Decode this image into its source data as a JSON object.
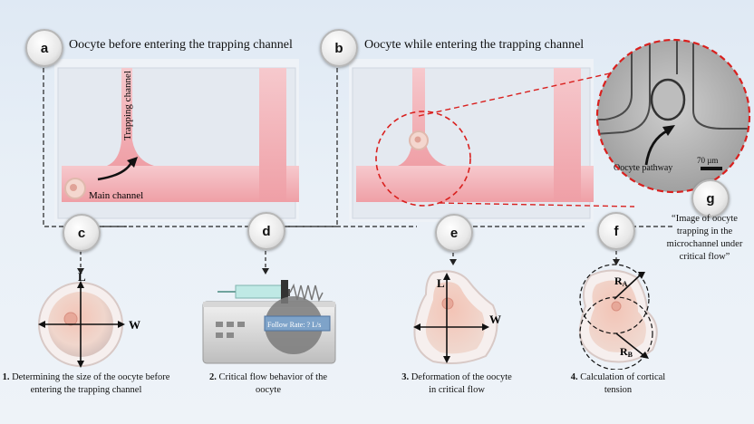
{
  "labels": {
    "a": "a",
    "b": "b",
    "c": "c",
    "d": "d",
    "e": "e",
    "f": "f",
    "g": "g"
  },
  "panel_a": {
    "title": "Oocyte before entering the trapping channel",
    "trapping_channel": "Trapping channel",
    "main_channel": "Main channel"
  },
  "panel_b": {
    "title": "Oocyte while entering the trapping channel"
  },
  "panel_g": {
    "pathway": "Oocyte pathway",
    "scale": "70 µm",
    "caption": "“Image of oocyte trapping in the microchannel under critical flow”"
  },
  "panel_c": {
    "L": "L",
    "W": "W",
    "num": "1.",
    "caption": "Determining the size of the oocyte before entering the trapping channel"
  },
  "panel_d": {
    "pump_display": "Follow Rate: ? L/s",
    "num": "2.",
    "caption": "Critical flow behavior of the oocyte"
  },
  "panel_e": {
    "L": "L",
    "W": "W",
    "num": "3.",
    "caption": "Deformation of the oocyte in critical flow"
  },
  "panel_f": {
    "RA": "R",
    "RA_sub": "A",
    "RB": "R",
    "RB_sub": "B",
    "num": "4.",
    "caption": "Calculation of cortical tension"
  },
  "colors": {
    "channel": "#f2b8bd",
    "frame": "#e9eef4",
    "dash_red": "#d9201e",
    "dash_black": "#222222"
  }
}
